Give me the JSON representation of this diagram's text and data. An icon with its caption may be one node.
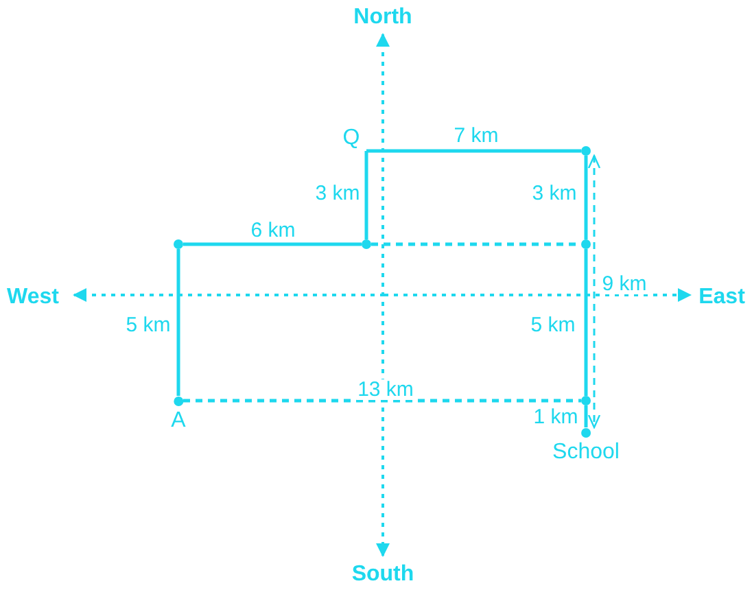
{
  "diagram": {
    "nodes": [
      {
        "text": [
          "A"
        ]
      },
      {
        "text": [],
        "shape": "circle"
      },
      {
        "text": [],
        "shape": "circle"
      },
      {
        "text": [
          "Q"
        ]
      },
      {
        "text": [],
        "shape": "circle"
      },
      {
        "text": [],
        "shape": "circle"
      },
      {
        "text": [],
        "shape": "circle"
      },
      {
        "text": [
          "School"
        ]
      }
    ],
    "edges": [
      {
        "from": 0,
        "to": 1,
        "arrow": "none",
        "label": "5 km"
      },
      {
        "from": 1,
        "to": 2,
        "arrow": "none",
        "label": "6 km"
      },
      {
        "from": 2,
        "to": 3,
        "arrow": "none",
        "label": "3 km"
      },
      {
        "from": 3,
        "to": 4,
        "arrow": "none",
        "label": "7 km"
      },
      {
        "from": 4,
        "to": 5,
        "arrow": "none",
        "label": "3 km"
      },
      {
        "from": 5,
        "to": 6,
        "arrow": "none",
        "label": "5 km"
      },
      {
        "from": 6,
        "to": 7,
        "arrow": "none",
        "label": "1 km"
      },
      {
        "from": 2,
        "to": 5,
        "arrow": "none",
        "style": "dashed"
      },
      {
        "from": 0,
        "to": 6,
        "arrow": "none",
        "style": "dashed",
        "label": "13 km"
      },
      {
        "from": 4,
        "to": 7,
        "arrow": "both",
        "style": "dashed",
        "label": "9 km"
      }
    ],
    "labels": [
      "North",
      "West",
      "East",
      "South"
    ]
  }
}
